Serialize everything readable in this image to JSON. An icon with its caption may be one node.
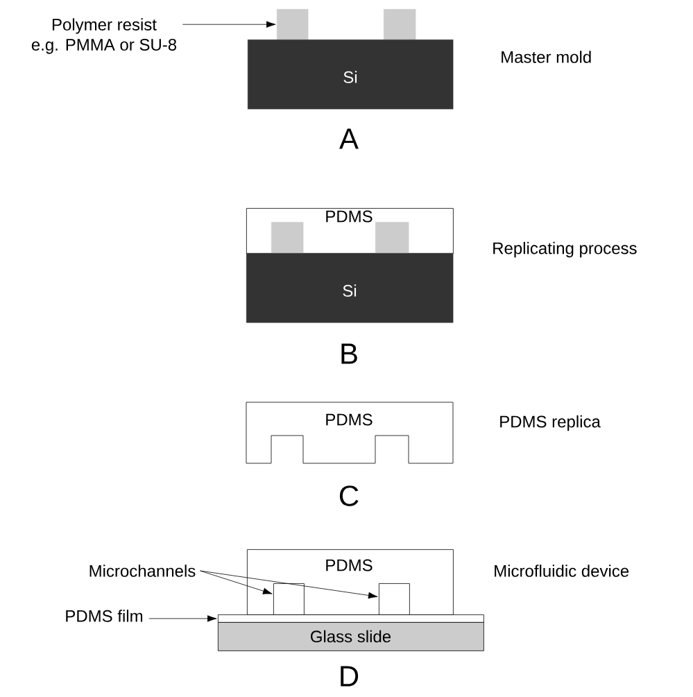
{
  "diagram": {
    "nodes": [
      {
        "text": [
          "Polymer resist",
          "e.g. PMMA or SU-8"
        ]
      },
      {
        "text": [],
        "shape": "box"
      },
      {
        "text": [],
        "shape": "box"
      },
      {
        "text": [
          "Si"
        ]
      },
      {
        "text": [
          "PDMS"
        ]
      },
      {
        "text": [],
        "shape": "box",
        "in": 4
      },
      {
        "text": [],
        "shape": "box",
        "in": 4
      },
      {
        "text": [
          "Si"
        ]
      },
      {
        "text": [
          "PDMS"
        ]
      },
      {
        "text": [
          "Microchannels"
        ]
      },
      {
        "text": [
          "PDMS"
        ]
      },
      {
        "text": [],
        "shape": "box",
        "in": 10
      },
      {
        "text": [],
        "shape": "box",
        "in": 10
      },
      {
        "text": [
          "PDMS film"
        ]
      },
      {
        "text": [],
        "shape": "box"
      },
      {
        "text": [
          "Glass slide"
        ]
      }
    ],
    "edges": [
      {
        "from": 0,
        "to": 1,
        "arrow": "to"
      },
      {
        "from": 9,
        "to": 11,
        "arrow": "to"
      },
      {
        "from": 9,
        "to": 12,
        "arrow": "to"
      },
      {
        "from": 13,
        "to": 14,
        "arrow": "to"
      }
    ],
    "labels": [
      "Master mold",
      "A",
      "Replicating process",
      "B",
      "PDMS replica",
      "C",
      "Microfluidic device",
      "D"
    ]
  }
}
